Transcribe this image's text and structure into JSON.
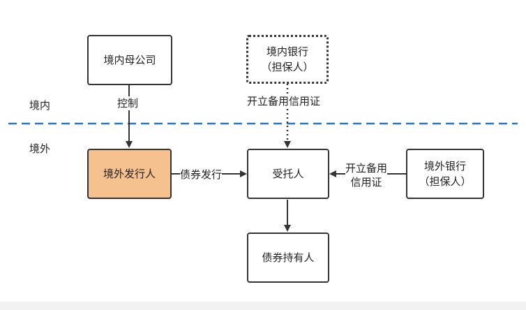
{
  "zones": {
    "domestic": "境内",
    "overseas": "境外"
  },
  "nodes": {
    "parent": {
      "label": "境内母公司"
    },
    "domestic_bank": {
      "line1": "境内银行",
      "line2": "（担保人）"
    },
    "issuer": {
      "label": "境外发行人"
    },
    "trustee": {
      "label": "受托人"
    },
    "overseas_bank": {
      "line1": "境外银行",
      "line2": "（担保人）"
    },
    "holder": {
      "label": "债券持有人"
    }
  },
  "edges": {
    "control": "控制",
    "domestic_loc": "开立备用信用证",
    "issue": "债券发行",
    "overseas_loc_line1": "开立备用",
    "overseas_loc_line2": "信用证"
  },
  "colors": {
    "border_line": "#2e75b6",
    "issuer_fill": "#f5c18f",
    "stroke": "#333333"
  }
}
